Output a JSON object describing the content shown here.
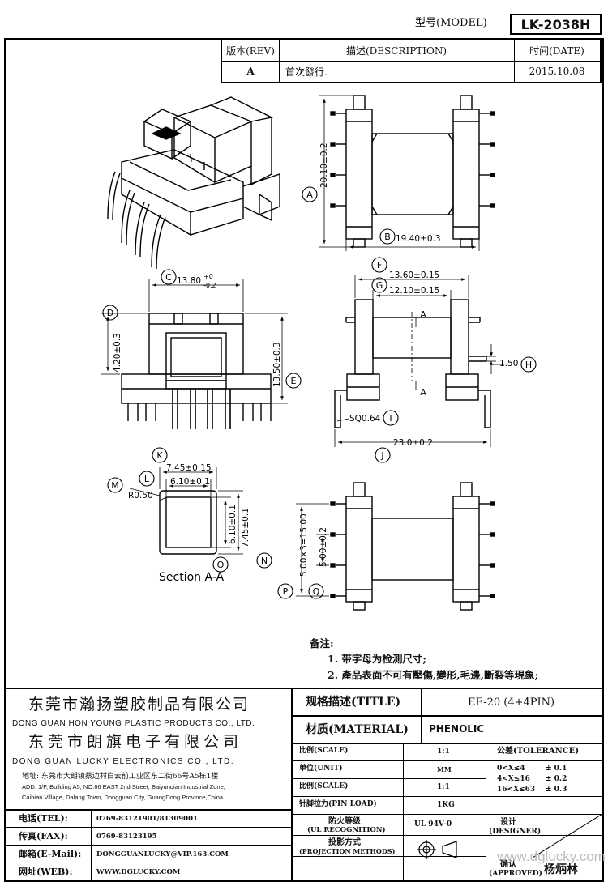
{
  "header": {
    "model_label": "型号(MODEL)",
    "model_value": "LK-2038H"
  },
  "revision": {
    "col_rev": "版本(REV)",
    "col_desc": "描述(DESCRIPTION)",
    "col_date": "时间(DATE)",
    "rev": "A",
    "desc": "首次發行.",
    "date": "2015.10.08"
  },
  "dimensions": {
    "A": "20.10±0.2",
    "B": "19.40±0.3",
    "C": "13.80",
    "C_tol_plus": "+0",
    "C_tol_minus": "-0.2",
    "D": "4.20±0.3",
    "E": "13.50±0.3",
    "F": "13.60±0.15",
    "G": "12.10±0.15",
    "H": "1.50",
    "I": "SQ0.64",
    "J": "23.0±0.2",
    "K": "7.45±0.15",
    "L": "6.10±0.1",
    "M": "R0.50",
    "N": "7.45±0.1",
    "O": "6.10±0.1",
    "P": "5.00×3=15.00",
    "Q": "5.00±0.2"
  },
  "labels": {
    "A": "A",
    "B": "B",
    "C": "C",
    "D": "D",
    "E": "E",
    "F": "F",
    "G": "G",
    "H": "H",
    "I": "I",
    "J": "J",
    "K": "K",
    "L": "L",
    "M": "M",
    "N": "N",
    "O": "O",
    "P": "P",
    "Q": "Q",
    "section_mark_top": "A",
    "section_mark_bottom": "A",
    "section_title": "Section A-A"
  },
  "notes": {
    "title": "备注:",
    "items": [
      "1. 带字母为检测尺寸;",
      "2. 產品表面不可有壓傷,變形,毛邊,斷裂等現象;"
    ]
  },
  "company": {
    "cn1": "东莞市瀚扬塑胶制品有限公司",
    "en1": "DONG GUAN HON YOUNG PLASTIC PRODUCTS CO., LTD.",
    "cn2": "东莞市朗旗电子有限公司",
    "en2": "DONG GUAN LUCKY ELECTRONICS CO., LTD.",
    "address_cn": "地址: 东莞市大朗镇蔡边村白云前工业区东二街66号A5栋1楼",
    "address_en": "ADD: 1/F, Building A5, NO.66 EAST 2nd Street, Baiyunqian Industrial Zone,",
    "address_en2": "Caibian Village, Dalang Town, Dongguan City, GuangDong Province,China"
  },
  "contacts": [
    {
      "label": "电话(TEL):",
      "value": "0769-83121901/81309001"
    },
    {
      "label": "传真(FAX):",
      "value": "0769-83123195"
    },
    {
      "label": "邮箱(E-Mail):",
      "value": "DONGGUANLUCKY@VIP.163.COM"
    },
    {
      "label": "网址(WEB):",
      "value": "WWW.DGLUCKY.COM"
    }
  ],
  "specs": {
    "title_label": "规格描述(TITLE)",
    "title_value": "EE-20 (4+4PIN)",
    "material_label": "材质(MATERIAL)",
    "material_value": "PHENOLIC",
    "scale_label": "比例(SCALE)",
    "scale_value": "1:1",
    "unit_label": "单位(UNIT)",
    "unit_value": "MM",
    "scale2_label": "比例(SCALE)",
    "scale2_value": "1:1",
    "pinload_label": "针脚拉力(PIN LOAD)",
    "pinload_value": "1KG",
    "fire_label1": "防火等级",
    "fire_label2": "(UL RECOGNITION)",
    "fire_value": "UL 94V-0",
    "proj_label1": "投影方式",
    "proj_label2": "(PROJECTION METHODS)",
    "tolerance_title": "公差(TOLERANCE)",
    "tolerance_rows": [
      {
        "range": "0<X≤4",
        "tol": "± 0.1"
      },
      {
        "range": "4<X≤16",
        "tol": "± 0.2"
      },
      {
        "range": "16<X≤63",
        "tol": "± 0.3"
      }
    ],
    "designer_label1": "设计",
    "designer_label2": "(DESIGNER)",
    "approved_label1": "确认",
    "approved_label2": "(APPROVED)",
    "approved_value": "杨炳林",
    "watermark": "www.dglucky.com"
  }
}
